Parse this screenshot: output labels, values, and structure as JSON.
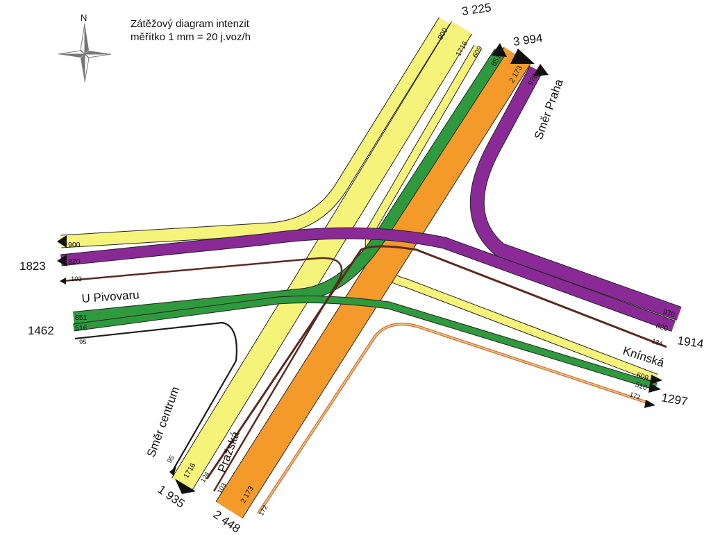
{
  "header": {
    "title": "Zátěžový diagram intenzit",
    "scale": "měřítko 1 mm = 20 j.voz/h"
  },
  "compass": {
    "north_label": "N",
    "icon": "compass-rose-icon"
  },
  "roads": {
    "u_pivovaru": "U Pivovaru",
    "smer_centrum": "Směr centrum",
    "prazska": "Pražská",
    "smer_praha": "Směr Praha",
    "kninska": "Knínská"
  },
  "totals": {
    "north": "3 225",
    "northeast": "3 994",
    "west": "1823",
    "west_lower": "1462",
    "east_upper": "1914",
    "east_lower": "1297",
    "south_left": "1 935",
    "south_right": "2 448"
  },
  "colors": {
    "yellow": "#f6f37a",
    "green": "#2f9a3d",
    "orange": "#f39a2b",
    "purple": "#8a2a96",
    "outline": "#222222"
  },
  "flows": {
    "y900": "900",
    "y1716": "1716",
    "y609": "609",
    "g851": "851",
    "o2173": "2 173",
    "p970": "970",
    "p820": "820",
    "b103": "103",
    "g516": "516",
    "b95": "95",
    "b124": "124",
    "b172": "172"
  }
}
